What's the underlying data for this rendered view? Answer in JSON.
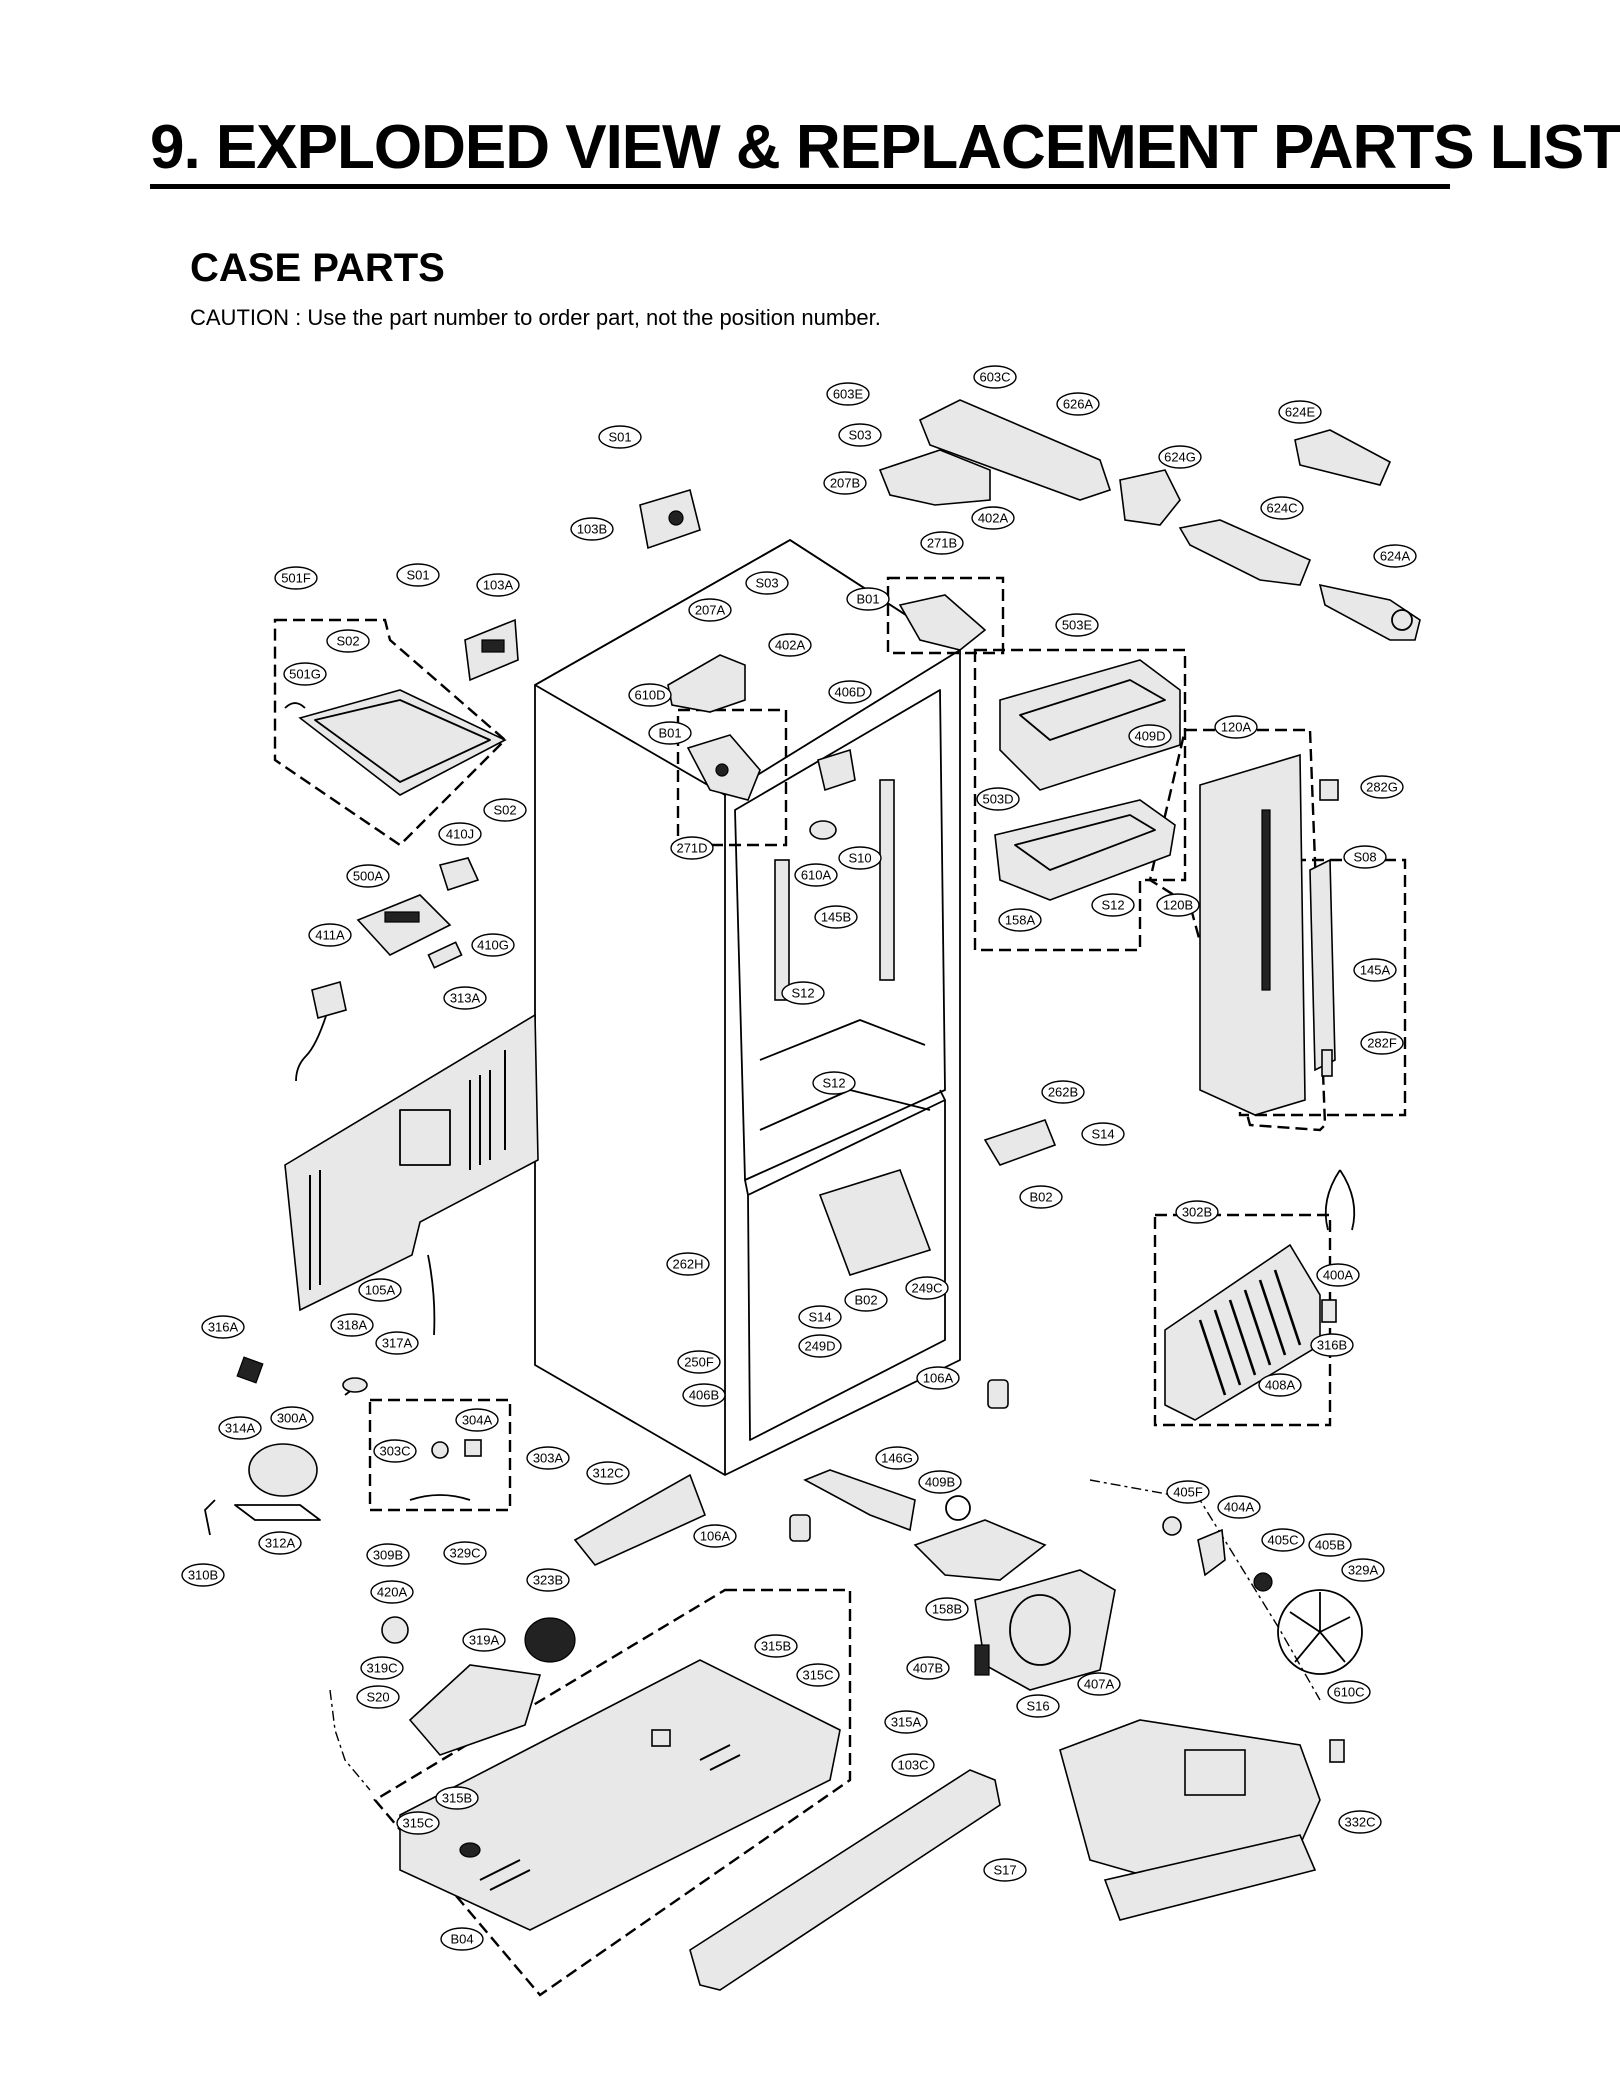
{
  "header": {
    "title": "9. EXPLODED VIEW & REPLACEMENT PARTS LIST",
    "section": "CASE PARTS",
    "caution": "CAUTION : Use the part number to order part, not the position number."
  },
  "callouts": [
    "603C",
    "603E",
    "626A",
    "624E",
    "S03",
    "624G",
    "S01",
    "207B",
    "402A",
    "624C",
    "103B",
    "271B",
    "624A",
    "501F",
    "S01",
    "103A",
    "S03",
    "B01",
    "207A",
    "503E",
    "S02",
    "402A",
    "501G",
    "610D",
    "406D",
    "B01",
    "409D",
    "120A",
    "503D",
    "282G",
    "S02",
    "410J",
    "271D",
    "S10",
    "S08",
    "500A",
    "610A",
    "S12",
    "120B",
    "158A",
    "145B",
    "411A",
    "410G",
    "145A",
    "313A",
    "S12",
    "S12",
    "282F",
    "262B",
    "S14",
    "B02",
    "302B",
    "262H",
    "249C",
    "400A",
    "B02",
    "105A",
    "S14",
    "316A",
    "318A",
    "316B",
    "317A",
    "249D",
    "250F",
    "106A",
    "406B",
    "408A",
    "304A",
    "314A",
    "300A",
    "303C",
    "303A",
    "146G",
    "312C",
    "405F",
    "409B",
    "404A",
    "106A",
    "405C",
    "405B",
    "312A",
    "310B",
    "309B",
    "329C",
    "329A",
    "323B",
    "420A",
    "158B",
    "315B",
    "319A",
    "315C",
    "407B",
    "319C",
    "407A",
    "610C",
    "S20",
    "S16",
    "315A",
    "103C",
    "315B",
    "315C",
    "332C",
    "S17",
    "B04"
  ]
}
